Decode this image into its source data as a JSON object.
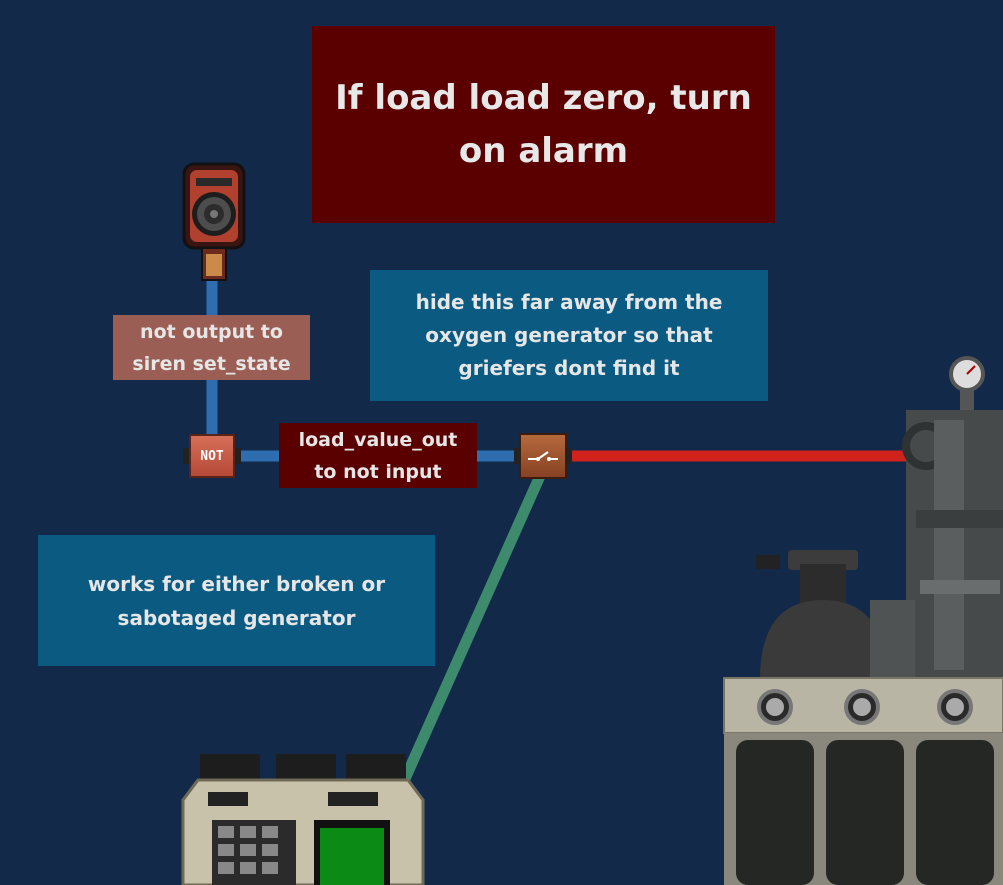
{
  "notes": {
    "title": "If load load zero, turn on alarm",
    "hide_note": [
      "hide this far away from the",
      "oxygen generator so that",
      "griefers dont find it"
    ],
    "siren_note": [
      "not output to",
      "siren set_state"
    ],
    "load_note": [
      "load_value_out",
      "to not input"
    ],
    "works_note": [
      "works for either broken or",
      "sabotaged generator"
    ]
  },
  "components": {
    "not_gate_label": "NOT"
  },
  "colors": {
    "background": "#12294a",
    "wire_blue": "#2e6eb0",
    "wire_red": "#d0221d",
    "wire_green": "#3d8a6c",
    "note_red": "#5a0000",
    "note_blue": "#0a5a82",
    "note_pink": "#9a5e55",
    "screen_green": "#0b8a16"
  }
}
